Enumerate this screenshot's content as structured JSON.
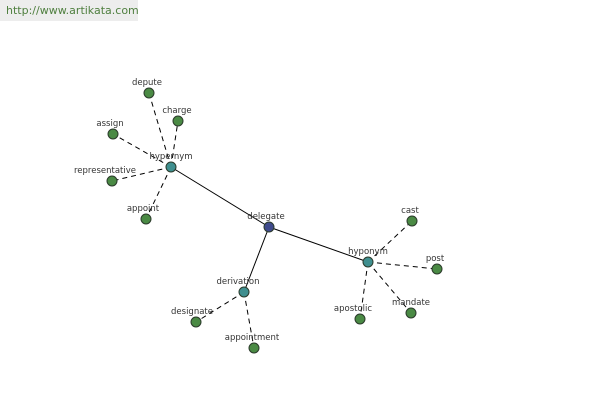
{
  "header": {
    "url": "http://www.artikata.com"
  },
  "graph": {
    "colors": {
      "center": "#3f4a8c",
      "group": "#3f8f8f",
      "leaf": "#4a8a44",
      "edge": "#000000",
      "label": "#333333"
    },
    "center": {
      "label": "delegate"
    },
    "groups": [
      {
        "key": "hypernym",
        "label": "hypernym",
        "leaves": [
          "depute",
          "charge",
          "assign",
          "representative",
          "appoint"
        ]
      },
      {
        "key": "hyponym",
        "label": "hyponym",
        "leaves": [
          "cast",
          "post",
          "mandate",
          "apostolic"
        ]
      },
      {
        "key": "derivation",
        "label": "derivation",
        "leaves": [
          "designate",
          "appointment"
        ]
      }
    ]
  }
}
